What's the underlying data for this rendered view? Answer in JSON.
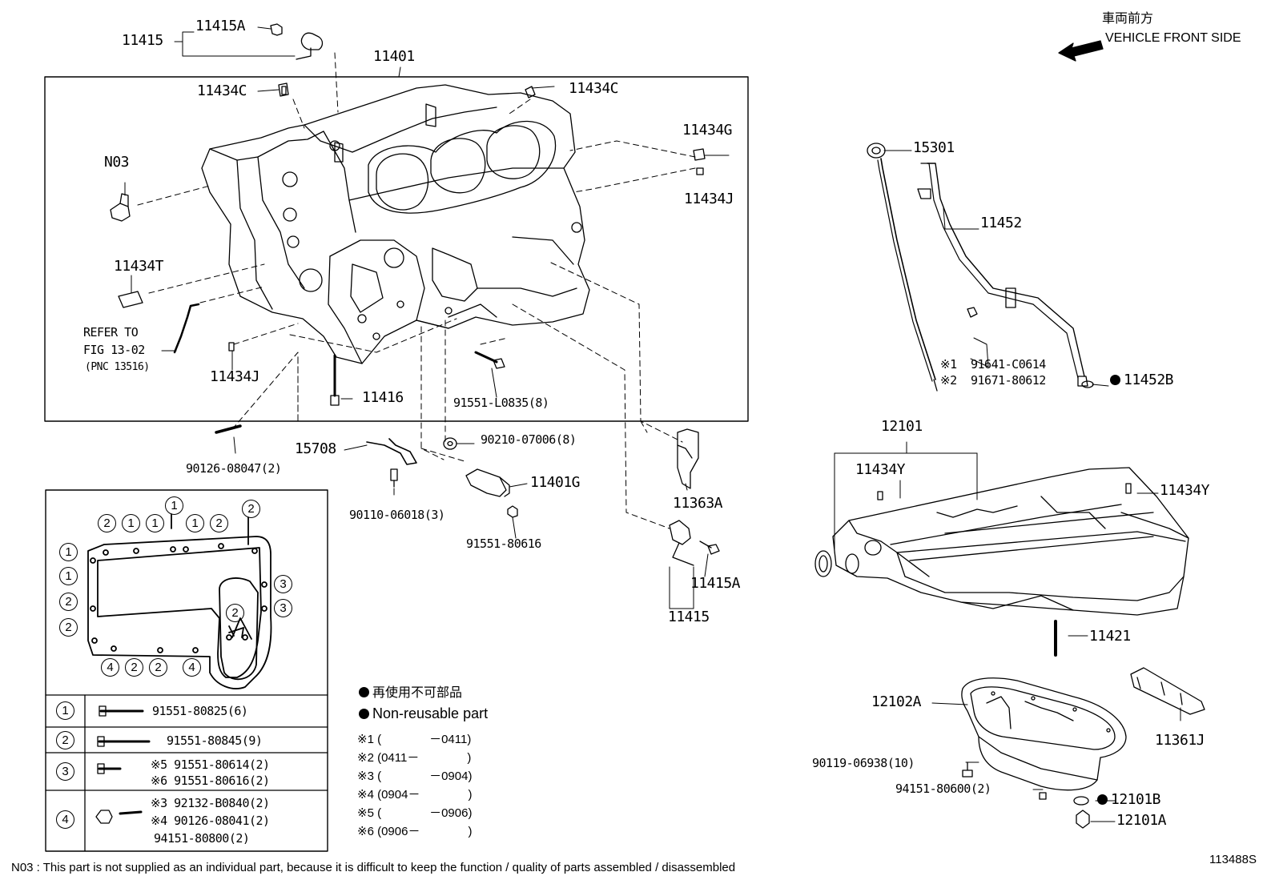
{
  "header": {
    "front_jp": "車両前方",
    "front_en": "VEHICLE FRONT SIDE"
  },
  "parts": {
    "p11415_top": "11415",
    "p11415a_top": "11415A",
    "p11401": "11401",
    "p11434c_left": "11434C",
    "p11434c_right": "11434C",
    "p11434g": "11434G",
    "p11434j_right": "11434J",
    "pN03": "N03",
    "p11434t": "11434T",
    "refer1": "REFER TO",
    "refer2": "FIG 13-02",
    "refer3": "(PNC 13516)",
    "p11434j_left": "11434J",
    "p11416": "11416",
    "p91551_l0835": "91551-L0835(8)",
    "p90126_08047": "90126-08047(2)",
    "p15708": "15708",
    "p90210": "90210-07006(8)",
    "p11401g": "11401G",
    "p90110": "90110-06018(3)",
    "p91551_80616": "91551-80616",
    "p11363a": "11363A",
    "p11415a_low": "11415A",
    "p11415_low": "11415",
    "p15301": "15301",
    "p11452": "11452",
    "note1_mark": "※1",
    "note1_part": "91641-C0614",
    "note2_mark": "※2",
    "note2_part": "91671-80612",
    "p11452b": "11452B",
    "p12101": "12101",
    "p11434y_left": "11434Y",
    "p11434y_right": "11434Y",
    "p11421": "11421",
    "p12102a": "12102A",
    "p11361j": "11361J",
    "p90119": "90119-06938(10)",
    "p94151_80600": "94151-80600(2)",
    "p12101b": "12101B",
    "p12101a": "12101A"
  },
  "bolt_pattern": {
    "top_row": [
      "2",
      "1",
      "1",
      "1",
      "1",
      "2",
      "2"
    ],
    "left_col": [
      "1",
      "1",
      "2",
      "2"
    ],
    "right_col": [
      "3",
      "3"
    ],
    "inner": "2",
    "bottom_row": [
      "4",
      "2",
      "2",
      "4"
    ]
  },
  "bolt_table": [
    {
      "num": "1",
      "lines": [
        "91551-80825(6)"
      ]
    },
    {
      "num": "2",
      "lines": [
        "91551-80845(9)"
      ]
    },
    {
      "num": "3",
      "lines": [
        "※5 91551-80614(2)",
        "※6 91551-80616(2)"
      ]
    },
    {
      "num": "4",
      "lines": [
        "※3 92132-B0840(2)",
        "※4 90126-08041(2)",
        "94151-80800(2)"
      ]
    }
  ],
  "legend": {
    "nonreuse_jp": "再使用不可部品",
    "nonreuse_en": "Non-reusable part",
    "dates": [
      {
        "mark": "※1",
        "range": "(　　　　－0411)"
      },
      {
        "mark": "※2",
        "range": "(0411－　　　　)"
      },
      {
        "mark": "※3",
        "range": "(　　　　－0904)"
      },
      {
        "mark": "※4",
        "range": "(0904－　　　　)"
      },
      {
        "mark": "※5",
        "range": "(　　　　－0906)"
      },
      {
        "mark": "※6",
        "range": "(0906－　　　　)"
      }
    ]
  },
  "footer": {
    "note": "N03 : This part is not supplied as an individual part, because it is difficult to keep the function / quality of parts  assembled / disassembled",
    "figure_id": "113488S"
  }
}
